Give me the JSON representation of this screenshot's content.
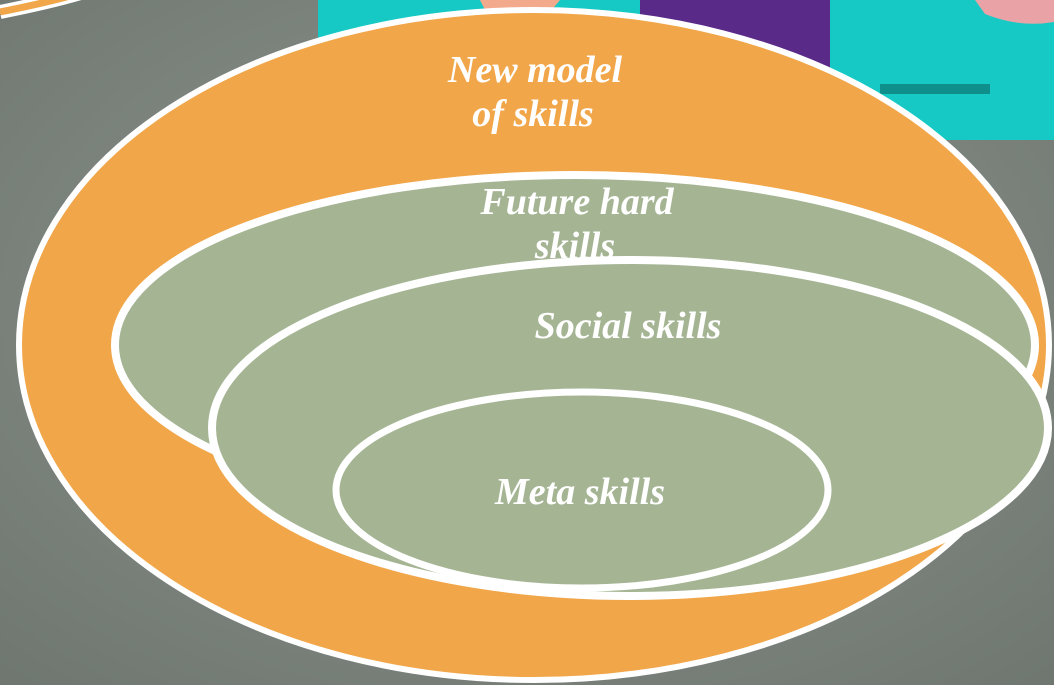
{
  "colors": {
    "background": "#858d86",
    "outer_ring": "#f1a649",
    "inner_fill": "#a5b594",
    "stroke": "#ffffff",
    "accent_teal": "#16c9c4",
    "accent_purple": "#5a2a88"
  },
  "diagram": {
    "new_model": {
      "line1": "New model",
      "line2": "of skills"
    },
    "future_hard": {
      "line1": "Future hard",
      "line2": "skills"
    },
    "social": {
      "label": "Social skills"
    },
    "meta": {
      "label": "Meta skills"
    }
  }
}
